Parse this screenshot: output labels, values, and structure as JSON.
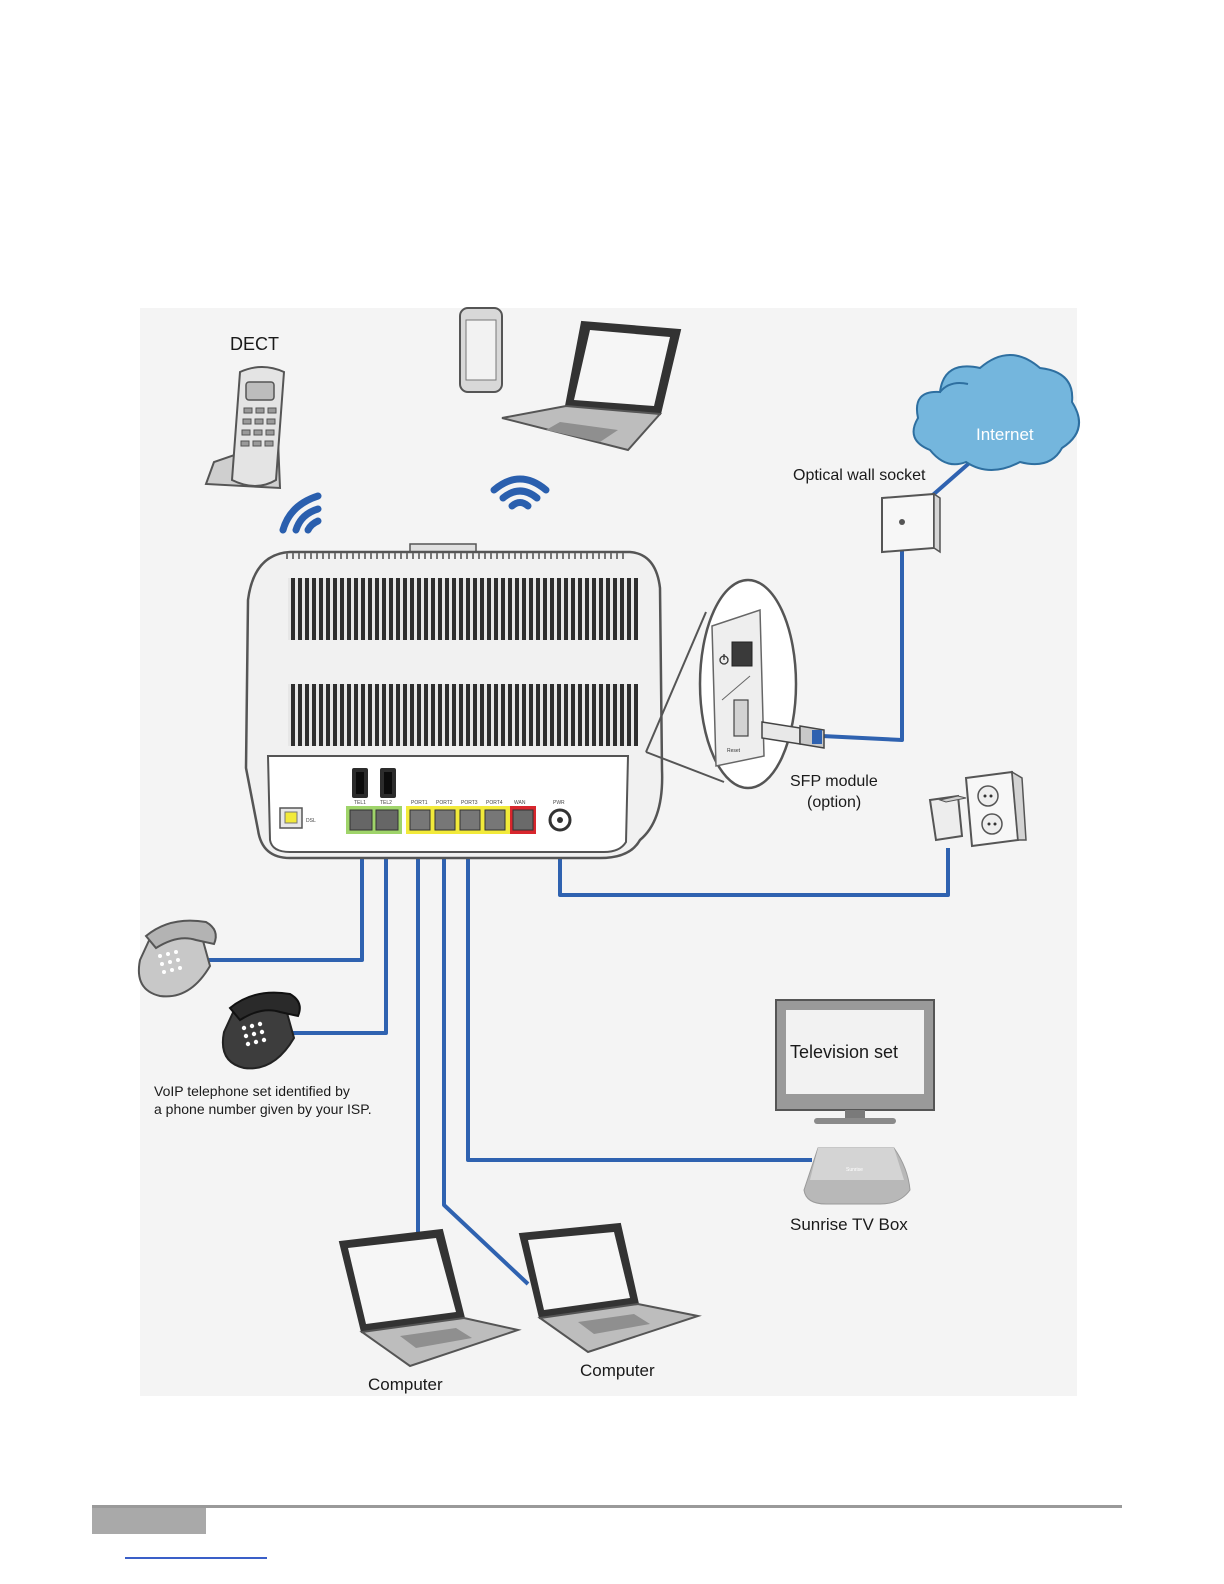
{
  "labels": {
    "dect": "DECT",
    "internet": "Internet",
    "optical_wall_socket": "Optical wall socket",
    "sfp_module_line1": "SFP module",
    "sfp_module_line2": "(option)",
    "voip_line1": "VoIP telephone set identified by",
    "voip_line2": "a phone number given by your ISP.",
    "television_set": "Television set",
    "sunrise_tv_box": "Sunrise TV Box",
    "tv_box_brand": "Sunrise",
    "computer_left": "Computer",
    "computer_right": "Computer"
  },
  "router_ports": {
    "tel1": "TEL1",
    "tel2": "TEL2",
    "port1": "PORT1",
    "port2": "PORT2",
    "port3": "PORT3",
    "port4": "PORT4",
    "wan": "WAN",
    "pwr": "PWR",
    "dsl": "DSL",
    "reset": "Reset"
  },
  "colors": {
    "cable": "#2f62b0",
    "wifi": "#2a5fae",
    "cloud": "#74b6dd",
    "lan_port_highlight": "#f2ea3a",
    "tel_port_highlight": "#9fd46a",
    "wan_port": "#d8262d",
    "device_outline": "#555555",
    "footer_bar": "#a9a9a9"
  }
}
